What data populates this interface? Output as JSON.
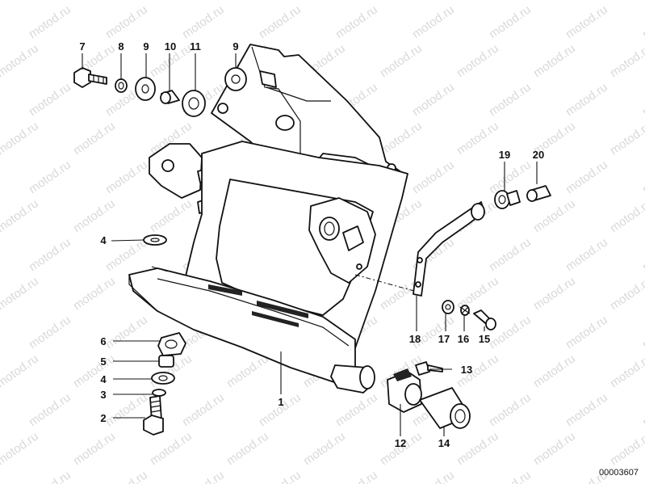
{
  "watermark": "motod.ru",
  "document_id": "00003607",
  "callouts": [
    {
      "id": "c7",
      "label": "7"
    },
    {
      "id": "c8",
      "label": "8"
    },
    {
      "id": "c9a",
      "label": "9"
    },
    {
      "id": "c10",
      "label": "10"
    },
    {
      "id": "c11",
      "label": "11"
    },
    {
      "id": "c9b",
      "label": "9"
    },
    {
      "id": "c19",
      "label": "19"
    },
    {
      "id": "c20",
      "label": "20"
    },
    {
      "id": "c4a",
      "label": "4"
    },
    {
      "id": "c18",
      "label": "18"
    },
    {
      "id": "c17",
      "label": "17"
    },
    {
      "id": "c16",
      "label": "16"
    },
    {
      "id": "c15",
      "label": "15"
    },
    {
      "id": "c6",
      "label": "6"
    },
    {
      "id": "c5",
      "label": "5"
    },
    {
      "id": "c4b",
      "label": "4"
    },
    {
      "id": "c3",
      "label": "3"
    },
    {
      "id": "c2",
      "label": "2"
    },
    {
      "id": "c1",
      "label": "1"
    },
    {
      "id": "c13",
      "label": "13"
    },
    {
      "id": "c12",
      "label": "12"
    },
    {
      "id": "c14",
      "label": "14"
    }
  ]
}
